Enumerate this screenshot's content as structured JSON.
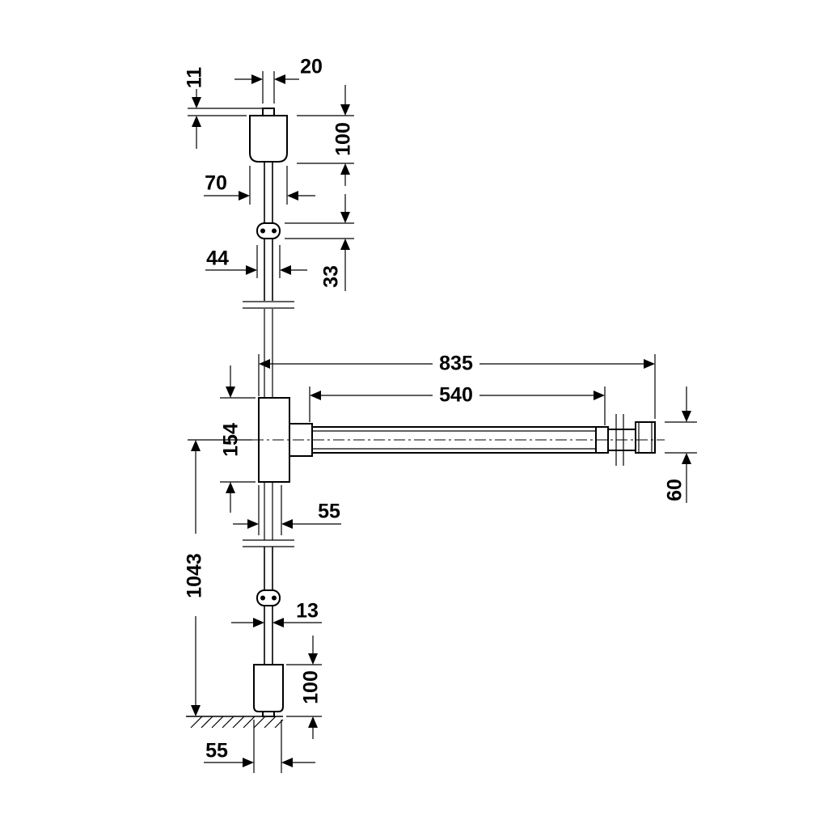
{
  "dimensions": {
    "top_pin_height": "11",
    "top_pin_width": "20",
    "top_block_height": "100",
    "top_block_width": "70",
    "rod_guide_width": "44",
    "rod_guide_height": "33",
    "bar_total_length": "835",
    "bar_push_length": "540",
    "bar_height": "154",
    "bar_end_diameter": "60",
    "rod_spacing": "55",
    "handle_height": "1043",
    "rod_diameter": "13",
    "bottom_block_height": "100",
    "bottom_block_width": "55"
  }
}
